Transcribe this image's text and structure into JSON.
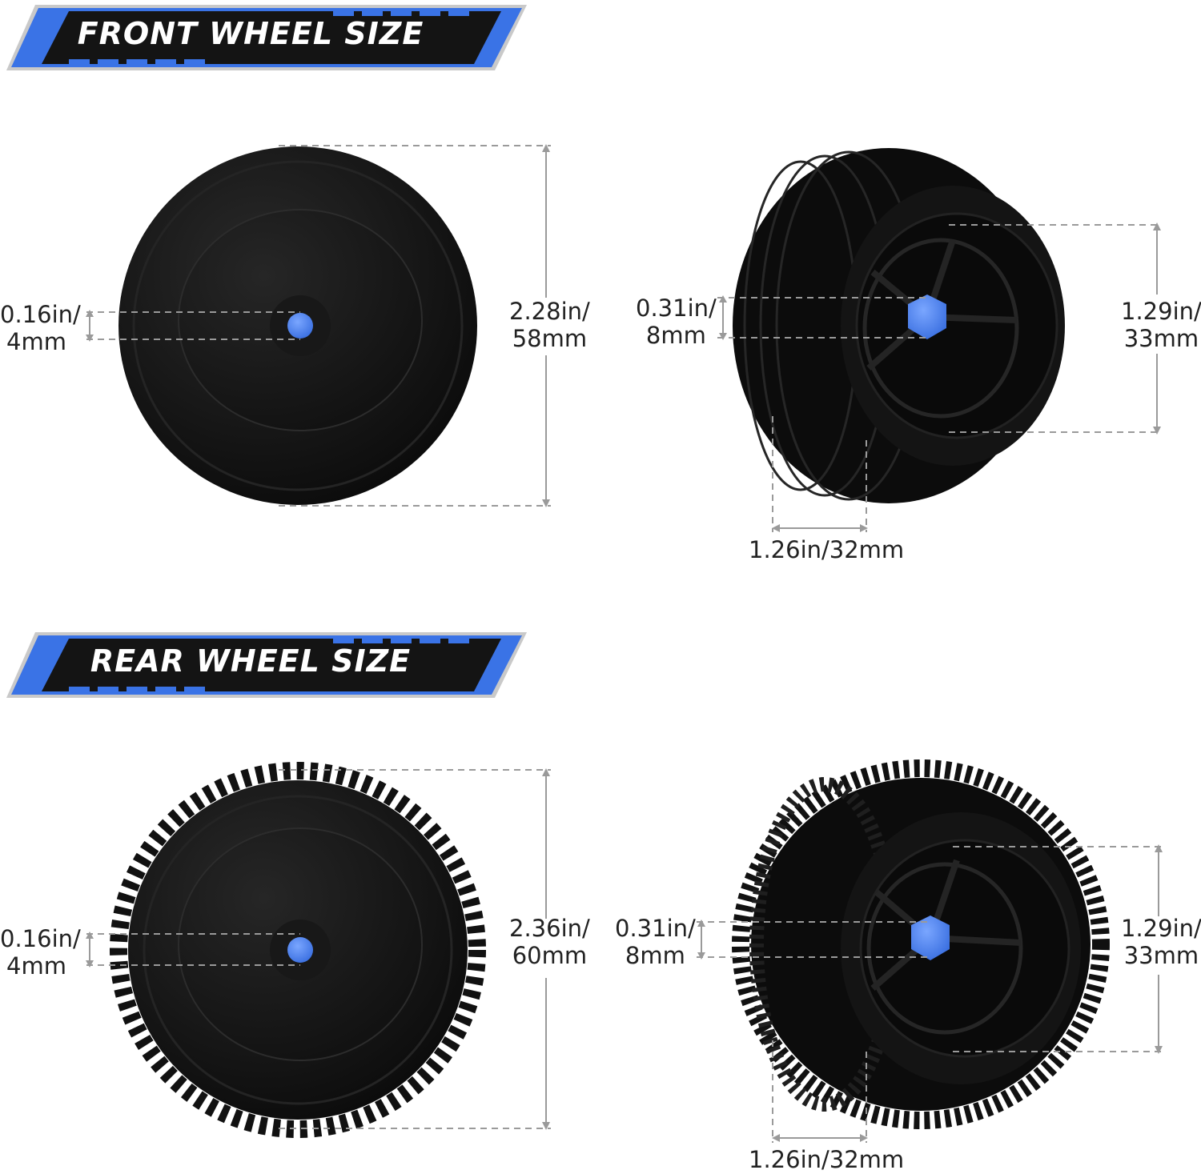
{
  "front": {
    "title": "FRONT WHEEL SIZE",
    "side_hole": [
      "0.16in/",
      "4mm"
    ],
    "side_diameter": [
      "2.28in/",
      "58mm"
    ],
    "angle_hex": [
      "0.31in/",
      "8mm"
    ],
    "angle_rim": [
      "1.29in/",
      "33mm"
    ],
    "angle_width": "1.26in/32mm"
  },
  "rear": {
    "title": "REAR WHEEL SIZE",
    "side_hole": [
      "0.16in/",
      "4mm"
    ],
    "side_diameter": [
      "2.36in/",
      "60mm"
    ],
    "angle_hex": [
      "0.31in/",
      "8mm"
    ],
    "angle_rim": [
      "1.29in/",
      "33mm"
    ],
    "angle_width": "1.26in/32mm"
  },
  "colors": {
    "accent": "#3a73e6",
    "banner_dark": "#141414",
    "tire": "#121212",
    "rim": "#1c1c1c",
    "dim_line": "#9a9a9a"
  }
}
